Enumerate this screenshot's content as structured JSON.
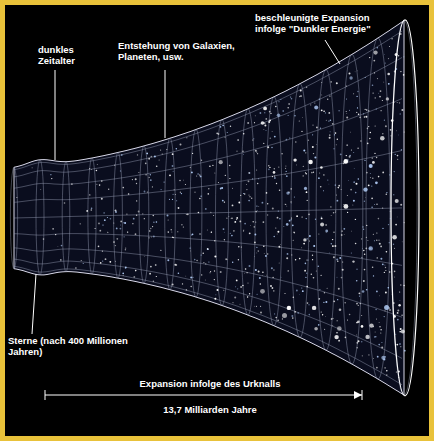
{
  "diagram": {
    "labels": [
      "dunkles Zeitalter",
      "Entstehung von Galaxien, Planeten, usw.",
      "beschleunigte Expansion infolge \"Dunkler Energie\"",
      "Sterne (nach 400 Millionen Jahren)",
      "Expansion infolge des Urknalls",
      "13,7 Milliarden Jahre"
    ]
  }
}
